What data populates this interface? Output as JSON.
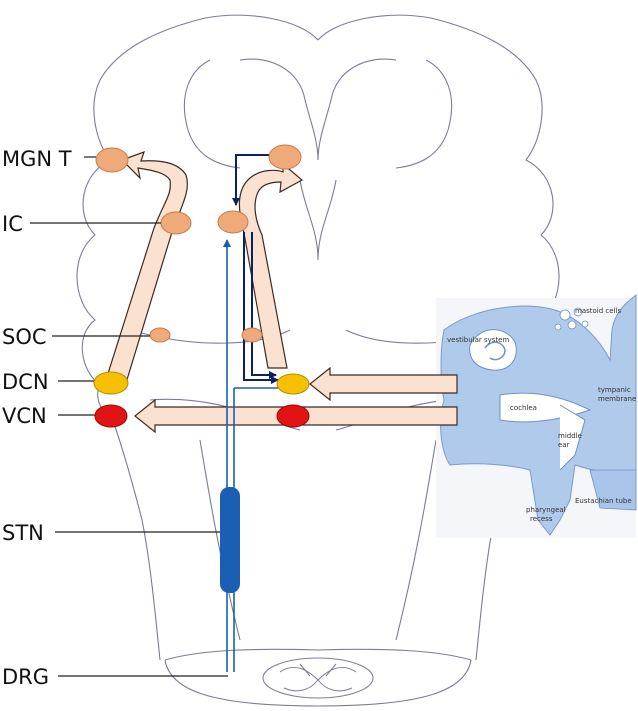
{
  "labels": {
    "mgn_t": "MGN T",
    "ic": "IC",
    "soc": "SOC",
    "dcn": "DCN",
    "vcn": "VCN",
    "stn": "STN",
    "drg": "DRG"
  },
  "ear_labels": {
    "mastoid": "mastoid cells",
    "vestibular": "vestibular system",
    "tympanic1": "tympanic",
    "tympanic2": "membrane",
    "cochlea": "cochlea",
    "middle1": "middle",
    "middle2": "ear",
    "eustachian": "Eustachian tube",
    "pharyngeal1": "pharyngeal",
    "pharyngeal2": "recess"
  },
  "colors": {
    "outline": "#7c7c9a",
    "nucleus_orange": "#f0aa7a",
    "pathway_fill": "#fbe1d0",
    "pathway_stroke": "#3a2a22",
    "dcn_yellow": "#f5c000",
    "vcn_red": "#e01414",
    "spinal_blue": "#1a5fb4",
    "dark_blue": "#0d1f66",
    "ear_blue": "#a9c6ea"
  }
}
